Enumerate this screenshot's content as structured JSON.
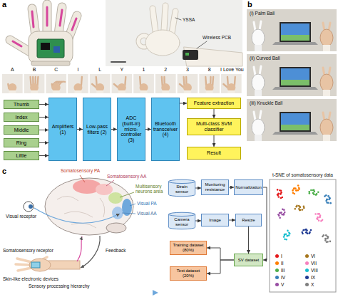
{
  "diagram": {
    "nodes": [
      {
        "text": [
          "Thumb"
        ]
      },
      {
        "text": [
          "Index"
        ]
      },
      {
        "text": [
          "Middle"
        ]
      },
      {
        "text": [
          "Ring"
        ]
      },
      {
        "text": [
          "Little"
        ]
      },
      {
        "text": [
          "Amplifiers (1)"
        ]
      },
      {
        "text": [
          "Low-pass filters (2)"
        ]
      },
      {
        "text": [
          "ADC (built-in) micro-controller (3)"
        ]
      },
      {
        "text": [
          "Bluetooth transceiver (4)"
        ]
      },
      {
        "text": [
          "Feature extraction"
        ]
      },
      {
        "text": [
          "Multi-class SVM classifier"
        ]
      },
      {
        "text": [
          "Result"
        ]
      },
      {
        "text": [
          "Strain sensor"
        ]
      },
      {
        "text": [
          "Monitoring resistance"
        ]
      },
      {
        "text": [
          "Normalization"
        ]
      },
      {
        "text": [
          "Camera sensor"
        ]
      },
      {
        "text": [
          "Image"
        ]
      },
      {
        "text": [
          "Resize"
        ]
      },
      {
        "text": [
          "SV dataset"
        ]
      },
      {
        "text": [
          "Training dataset (80%)"
        ]
      },
      {
        "text": [
          "Test dataset (20%)"
        ]
      }
    ],
    "edges": [
      {
        "from": 0,
        "to": 5,
        "arrow": "to"
      },
      {
        "from": 1,
        "to": 5,
        "arrow": "to"
      },
      {
        "from": 2,
        "to": 5,
        "arrow": "to"
      },
      {
        "from": 3,
        "to": 5,
        "arrow": "to"
      },
      {
        "from": 4,
        "to": 5,
        "arrow": "to"
      },
      {
        "from": 5,
        "to": 6,
        "arrow": "to"
      },
      {
        "from": 6,
        "to": 7,
        "arrow": "to"
      },
      {
        "from": 7,
        "to": 8,
        "arrow": "to"
      },
      {
        "from": 8,
        "to": 9,
        "arrow": "to"
      },
      {
        "from": 9,
        "to": 10,
        "arrow": "to"
      },
      {
        "from": 10,
        "to": 11,
        "arrow": "to"
      },
      {
        "from": 12,
        "to": 13,
        "arrow": "to"
      },
      {
        "from": 13,
        "to": 14,
        "arrow": "to"
      },
      {
        "from": 15,
        "to": 16,
        "arrow": "to"
      },
      {
        "from": 16,
        "to": 17,
        "arrow": "to"
      },
      {
        "from": 14,
        "to": 18,
        "arrow": "to"
      },
      {
        "from": 17,
        "to": 18,
        "arrow": "to"
      },
      {
        "from": 18,
        "to": 19,
        "arrow": "to"
      },
      {
        "from": 18,
        "to": 20,
        "arrow": "to"
      }
    ],
    "labels": [
      "a",
      "YSSA",
      "Wireless PCB",
      "A",
      "B",
      "C",
      "I",
      "L",
      "Y",
      "1",
      "2",
      "3",
      "8",
      "I Love You",
      "b",
      "(i) Palm Ball",
      "(ii) Curved Ball",
      "(iii) Knuckle Ball",
      "c",
      "Somatosensory PA",
      "Somatosensory AA",
      "Multisensory neurons area",
      "Visual PA",
      "Visual AA",
      "Visual receptor",
      "Somatosensory receptor",
      "Skin-like electronic devices",
      "Feedback",
      "Sensory processing hierarchy",
      "t-SNE of somatosensory data"
    ],
    "legend": [
      {
        "text": "I",
        "color": "#e41a1c"
      },
      {
        "text": "II",
        "color": "#ff7f00"
      },
      {
        "text": "III",
        "color": "#4daf4a"
      },
      {
        "text": "IV",
        "color": "#377eb8"
      },
      {
        "text": "V",
        "color": "#984ea3"
      },
      {
        "text": "VI",
        "color": "#a6761d"
      },
      {
        "text": "VII",
        "color": "#f781bf"
      },
      {
        "text": "VIII",
        "color": "#17becf"
      },
      {
        "text": "IX",
        "color": "#1f3a93"
      },
      {
        "text": "X",
        "color": "#7f7f7f"
      }
    ]
  }
}
